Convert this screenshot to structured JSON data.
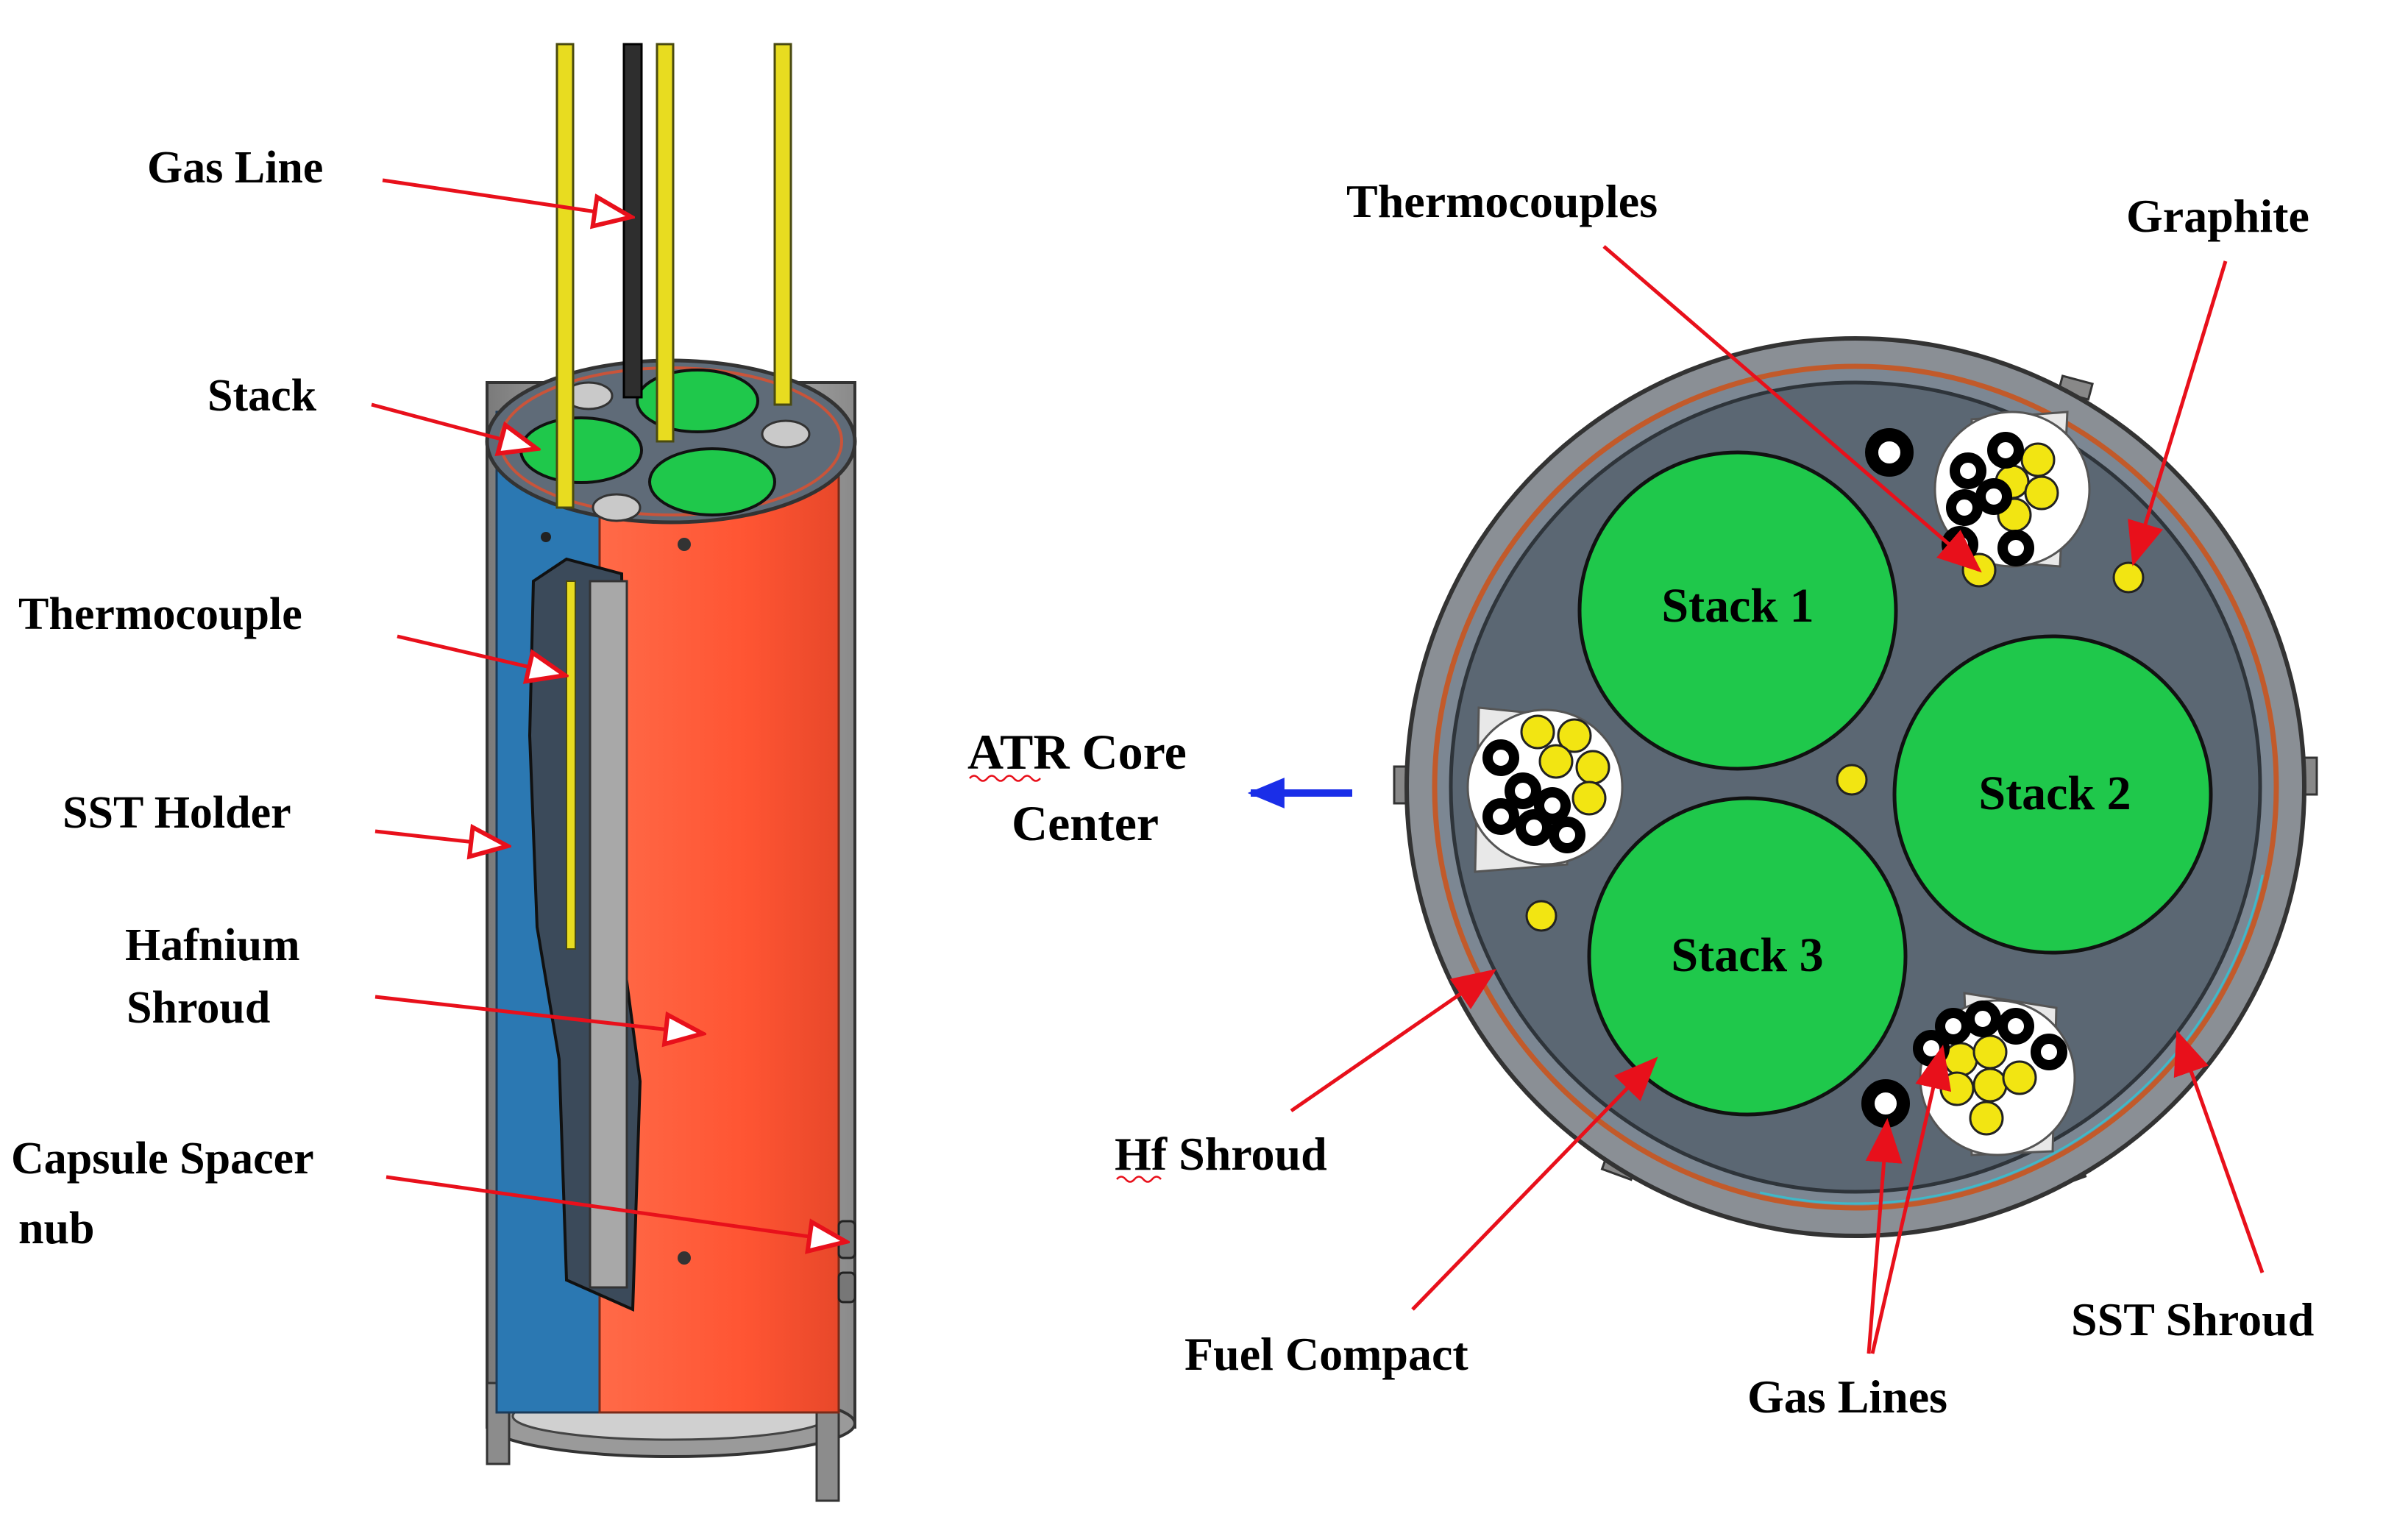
{
  "labels": {
    "gas_line": "Gas Line",
    "stack": "Stack",
    "thermocouple": "Thermocouple",
    "sst_holder": "SST Holder",
    "hafnium_line1": "Hafnium",
    "hafnium_line2": "Shroud",
    "capsule_line1": "Capsule Spacer",
    "capsule_line2": "nub",
    "atr_line1": "ATR Core",
    "atr_line2": "Center",
    "thermocouples": "Thermocouples",
    "graphite": "Graphite",
    "hf_shroud": "Hf Shroud",
    "fuel_compact": "Fuel Compact",
    "gas_lines": "Gas Lines",
    "sst_shroud": "SST Shroud"
  },
  "stacks": {
    "stack1": "Stack 1",
    "stack2": "Stack 2",
    "stack3": "Stack 3"
  },
  "colors": {
    "arrow": "#e8101b",
    "core_arrow": "#1a2ee8",
    "fuel_green": "#1fc84b",
    "hafnium": "#ff5b3a",
    "holder_blue": "#2b78b2",
    "graphite_gray": "#5b6773",
    "wire_yellow": "#f2e512"
  }
}
